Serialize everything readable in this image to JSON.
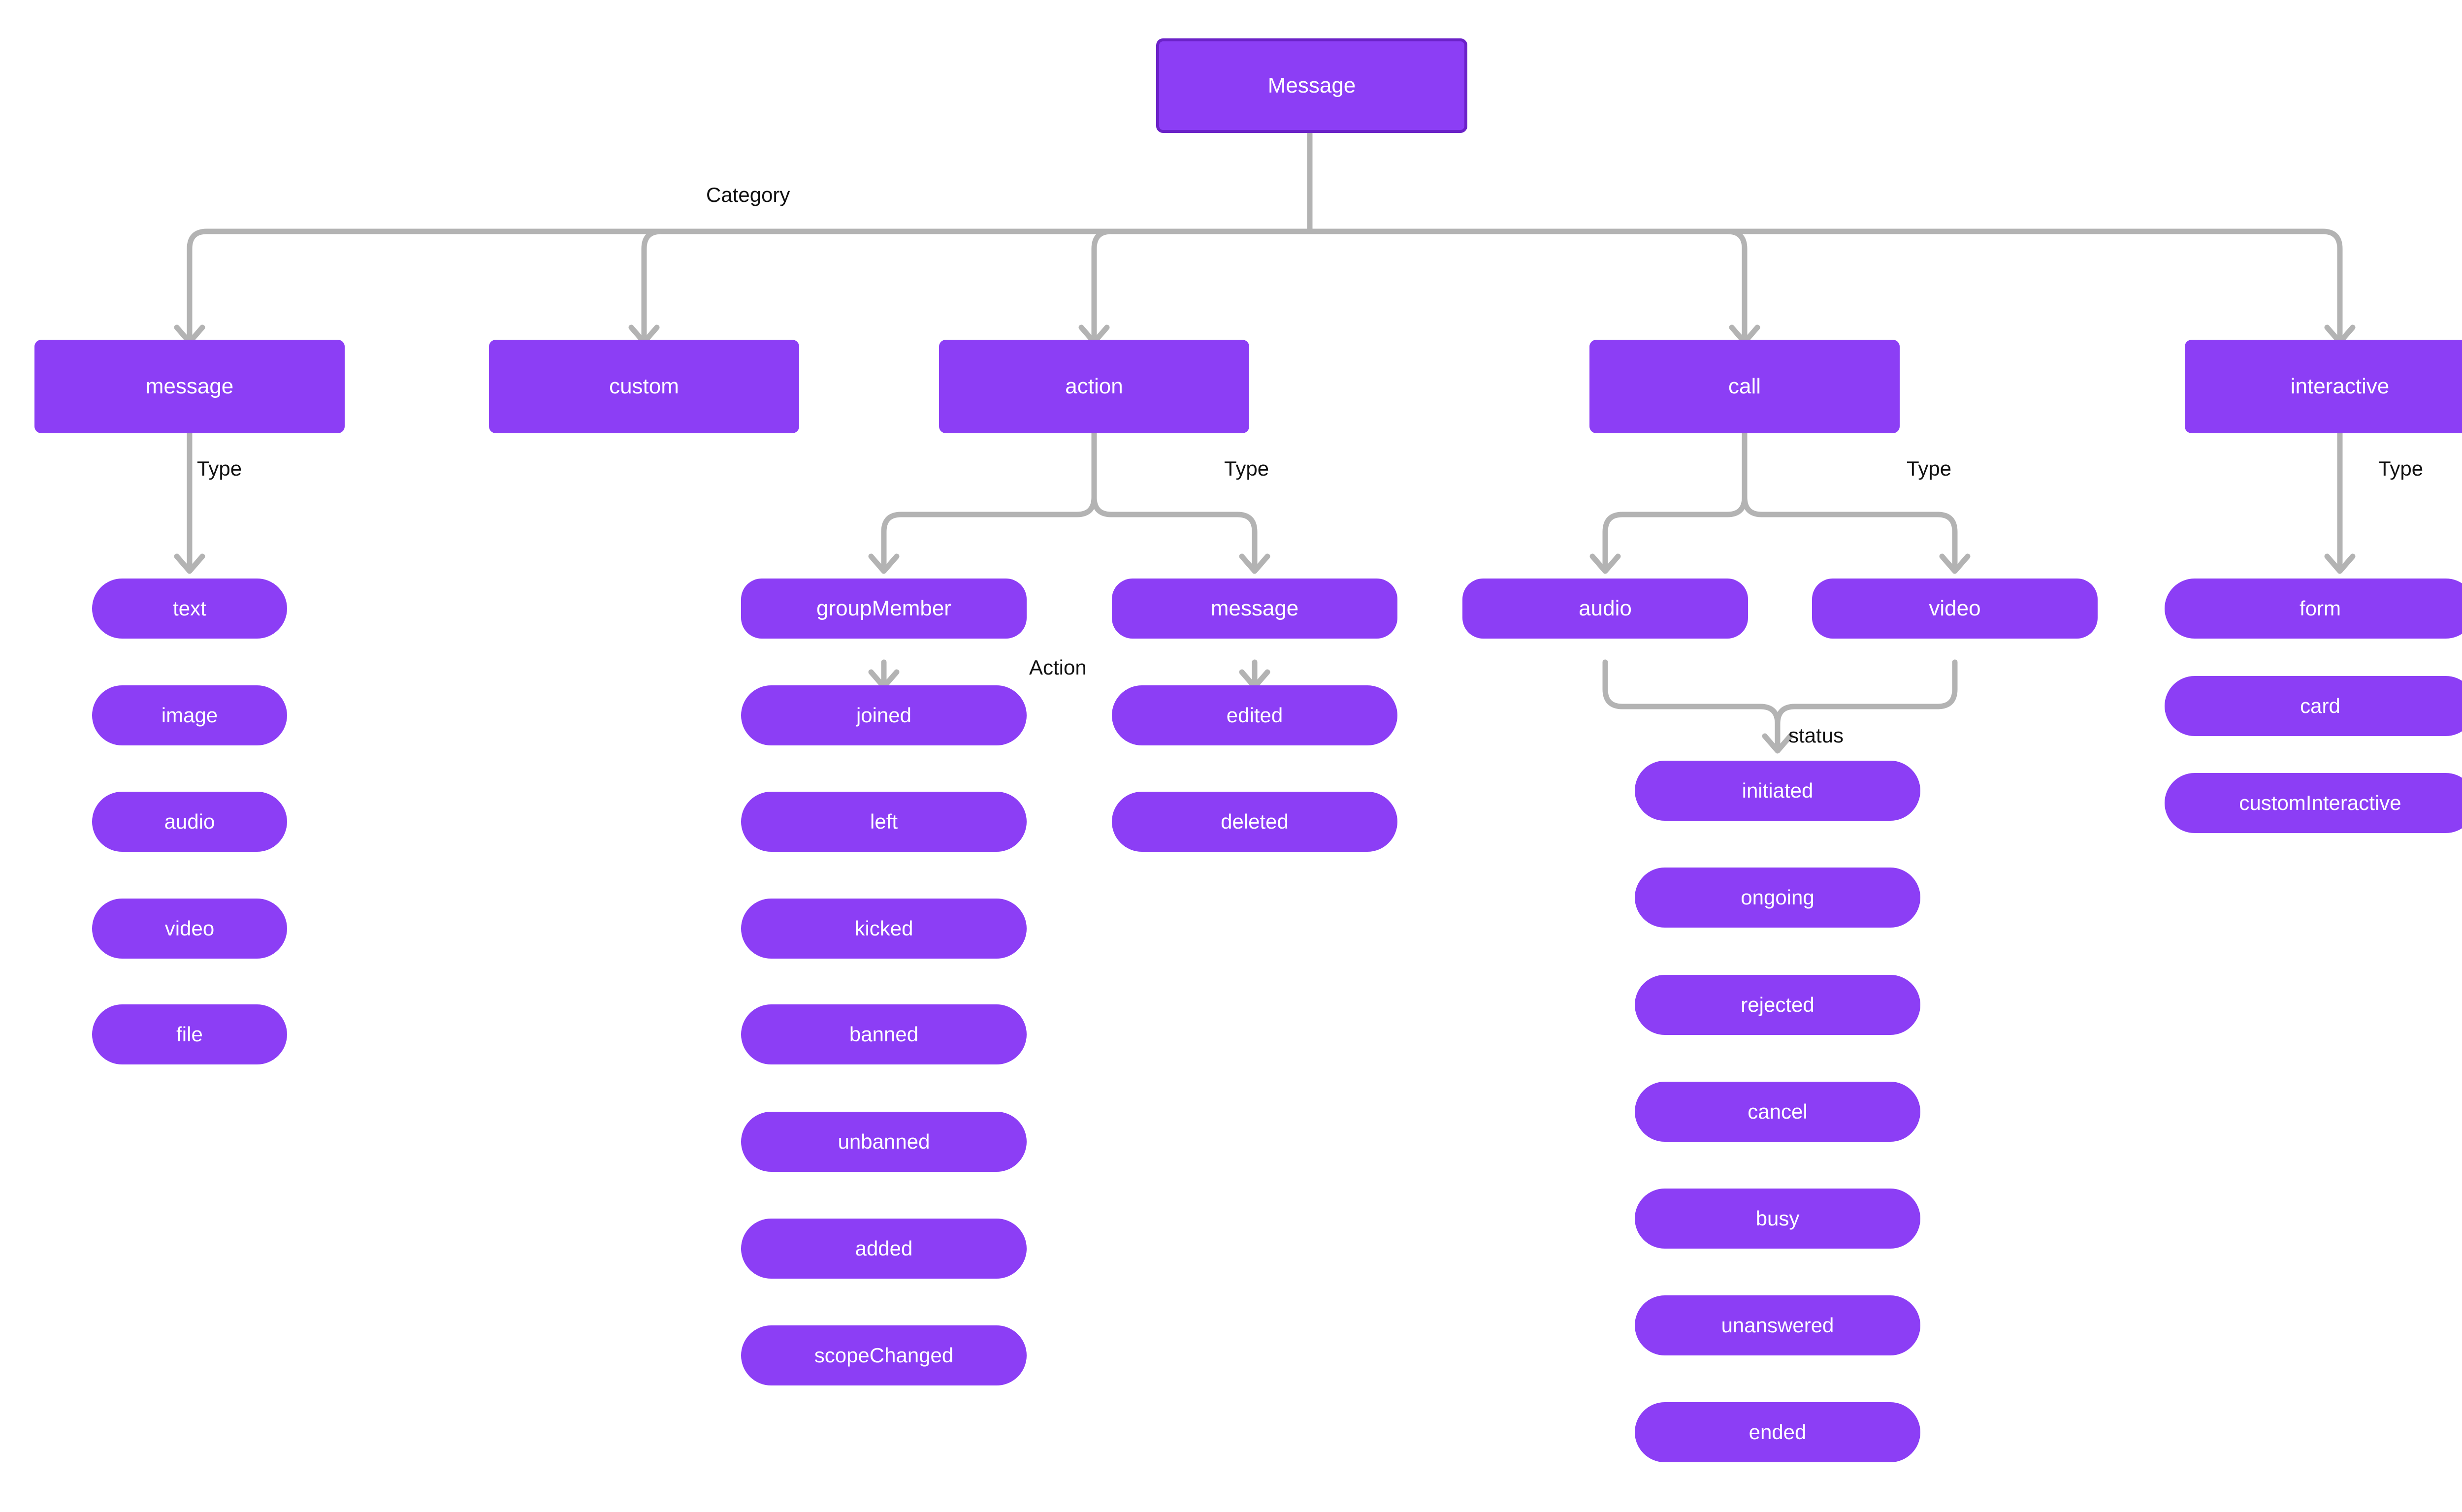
{
  "diagram": {
    "title": "Message",
    "root": {
      "label": "Message"
    },
    "edge_labels": {
      "category": "Category",
      "type_message": "Type",
      "type_action": "Type",
      "type_call": "Type",
      "type_interactive": "Type",
      "action": "Action",
      "status": "status"
    },
    "categories": [
      {
        "id": "message",
        "label": "message"
      },
      {
        "id": "custom",
        "label": "custom"
      },
      {
        "id": "action",
        "label": "action"
      },
      {
        "id": "call",
        "label": "call"
      },
      {
        "id": "interactive",
        "label": "interactive"
      }
    ],
    "message_types": [
      {
        "label": "text"
      },
      {
        "label": "image"
      },
      {
        "label": "audio"
      },
      {
        "label": "video"
      },
      {
        "label": "file"
      }
    ],
    "action_types": [
      {
        "label": "groupMember"
      },
      {
        "label": "message"
      }
    ],
    "group_member_actions": [
      {
        "label": "joined"
      },
      {
        "label": "left"
      },
      {
        "label": "kicked"
      },
      {
        "label": "banned"
      },
      {
        "label": "unbanned"
      },
      {
        "label": "added"
      },
      {
        "label": "scopeChanged"
      }
    ],
    "message_actions": [
      {
        "label": "edited"
      },
      {
        "label": "deleted"
      }
    ],
    "call_types": [
      {
        "label": "audio"
      },
      {
        "label": "video"
      }
    ],
    "call_statuses": [
      {
        "label": "initiated"
      },
      {
        "label": "ongoing"
      },
      {
        "label": "rejected"
      },
      {
        "label": "cancel"
      },
      {
        "label": "busy"
      },
      {
        "label": "unanswered"
      },
      {
        "label": "ended"
      }
    ],
    "interactive_types": [
      {
        "label": "form"
      },
      {
        "label": "card"
      },
      {
        "label": "customInteractive"
      }
    ],
    "colors": {
      "node_fill": "#8c3ef5",
      "root_border": "#6b22c8",
      "node_text": "#ffffff",
      "edge_stroke": "#b3b3b3",
      "label_text": "#111111",
      "background": "#ffffff"
    }
  }
}
